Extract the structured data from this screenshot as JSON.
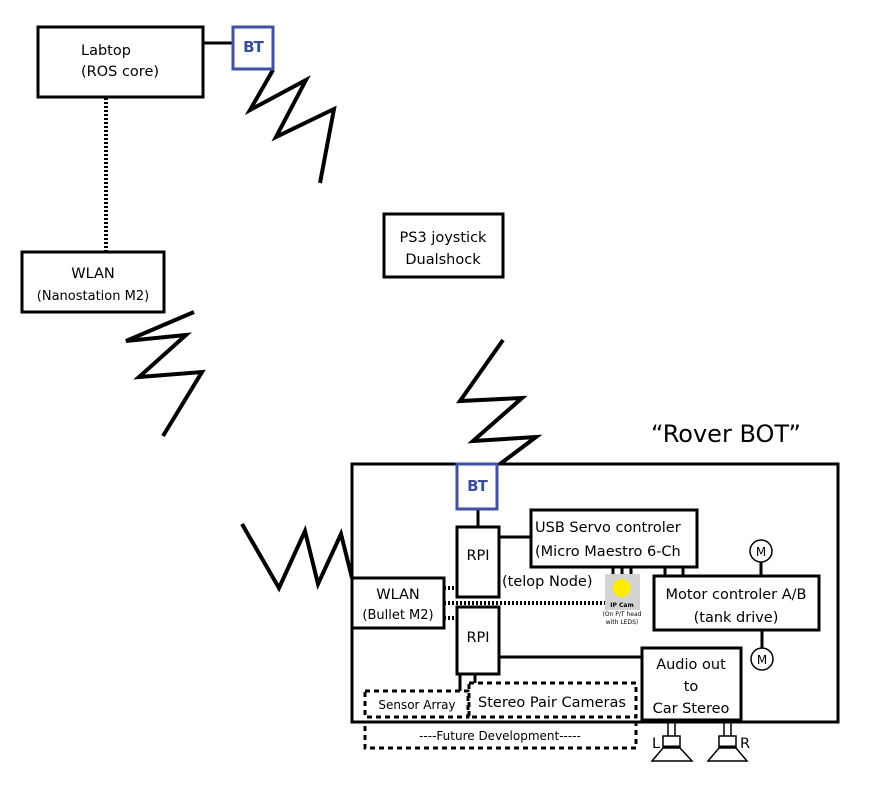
{
  "diagram": {
    "title": "“Rover BOT”",
    "colors": {
      "stroke": "#000000",
      "bt_border": "#3f51a3",
      "bt_text": "#3a4ea0",
      "ipcam_bg": "#d3d3d3",
      "ipcam_led": "#ffee00"
    },
    "nodes": {
      "labtop": {
        "line1": "Labtop",
        "line2": "(ROS core)"
      },
      "bt_laptop": {
        "label": "BT"
      },
      "wlan_nanostation": {
        "line1": "WLAN",
        "line2": "(Nanostation M2)"
      },
      "ps3": {
        "line1": "PS3 joystick",
        "line2": "Dualshock"
      },
      "bt_rover": {
        "label": "BT"
      },
      "rpi_top": {
        "label": "RPI"
      },
      "telop_note": {
        "label": "(telop Node)"
      },
      "usb_servo": {
        "line1": "USB Servo controler",
        "line2": "(Micro Maestro 6-Ch"
      },
      "wlan_bullet": {
        "line1": "WLAN",
        "line2": "(Bullet M2)"
      },
      "rpi_bottom": {
        "label": "RPI"
      },
      "ip_cam": {
        "line1": "IP Cam",
        "line2": "(On P/T head",
        "line3": "with LEDS)"
      },
      "motor_controller": {
        "line1": "Motor controler A/B",
        "line2": "(tank drive)"
      },
      "motor_top": {
        "label": "M"
      },
      "motor_bottom": {
        "label": "M"
      },
      "audio": {
        "line1": "Audio out",
        "line2": "to",
        "line3": "Car Stereo"
      },
      "sensor_array": {
        "label": "Sensor Array"
      },
      "stereo_cameras": {
        "label": "Stereo Pair Cameras"
      },
      "future_dev": {
        "label": "----Future Development-----"
      },
      "speaker_left": {
        "label": "L"
      },
      "speaker_right": {
        "label": "R"
      }
    },
    "connections": [
      {
        "from": "labtop",
        "to": "bt_laptop",
        "style": "solid"
      },
      {
        "from": "labtop",
        "to": "wlan_nanostation",
        "style": "dotted"
      },
      {
        "from": "bt_laptop",
        "to": "ps3",
        "style": "wireless"
      },
      {
        "from": "wlan_nanostation",
        "to": "wlan_bullet",
        "style": "wireless"
      },
      {
        "from": "ps3",
        "to": "bt_rover",
        "style": "wireless"
      },
      {
        "from": "bt_rover",
        "to": "rpi_top",
        "style": "solid"
      },
      {
        "from": "rpi_top",
        "to": "usb_servo",
        "style": "solid"
      },
      {
        "from": "usb_servo",
        "to": "ip_cam",
        "style": "solid"
      },
      {
        "from": "usb_servo",
        "to": "motor_controller",
        "style": "solid"
      },
      {
        "from": "motor_controller",
        "to": "motor_top",
        "style": "solid"
      },
      {
        "from": "motor_controller",
        "to": "motor_bottom",
        "style": "solid"
      },
      {
        "from": "wlan_bullet",
        "to": "rpi_top",
        "style": "dotted"
      },
      {
        "from": "wlan_bullet",
        "to": "ip_cam",
        "style": "dotted"
      },
      {
        "from": "wlan_bullet",
        "to": "rpi_bottom",
        "style": "dotted"
      },
      {
        "from": "rpi_bottom",
        "to": "audio",
        "style": "solid"
      },
      {
        "from": "rpi_bottom",
        "to": "sensor_array",
        "style": "solid"
      },
      {
        "from": "rpi_bottom",
        "to": "stereo_cameras",
        "style": "solid"
      },
      {
        "from": "audio",
        "to": "speaker_left",
        "style": "solid"
      },
      {
        "from": "audio",
        "to": "speaker_right",
        "style": "solid"
      }
    ]
  }
}
